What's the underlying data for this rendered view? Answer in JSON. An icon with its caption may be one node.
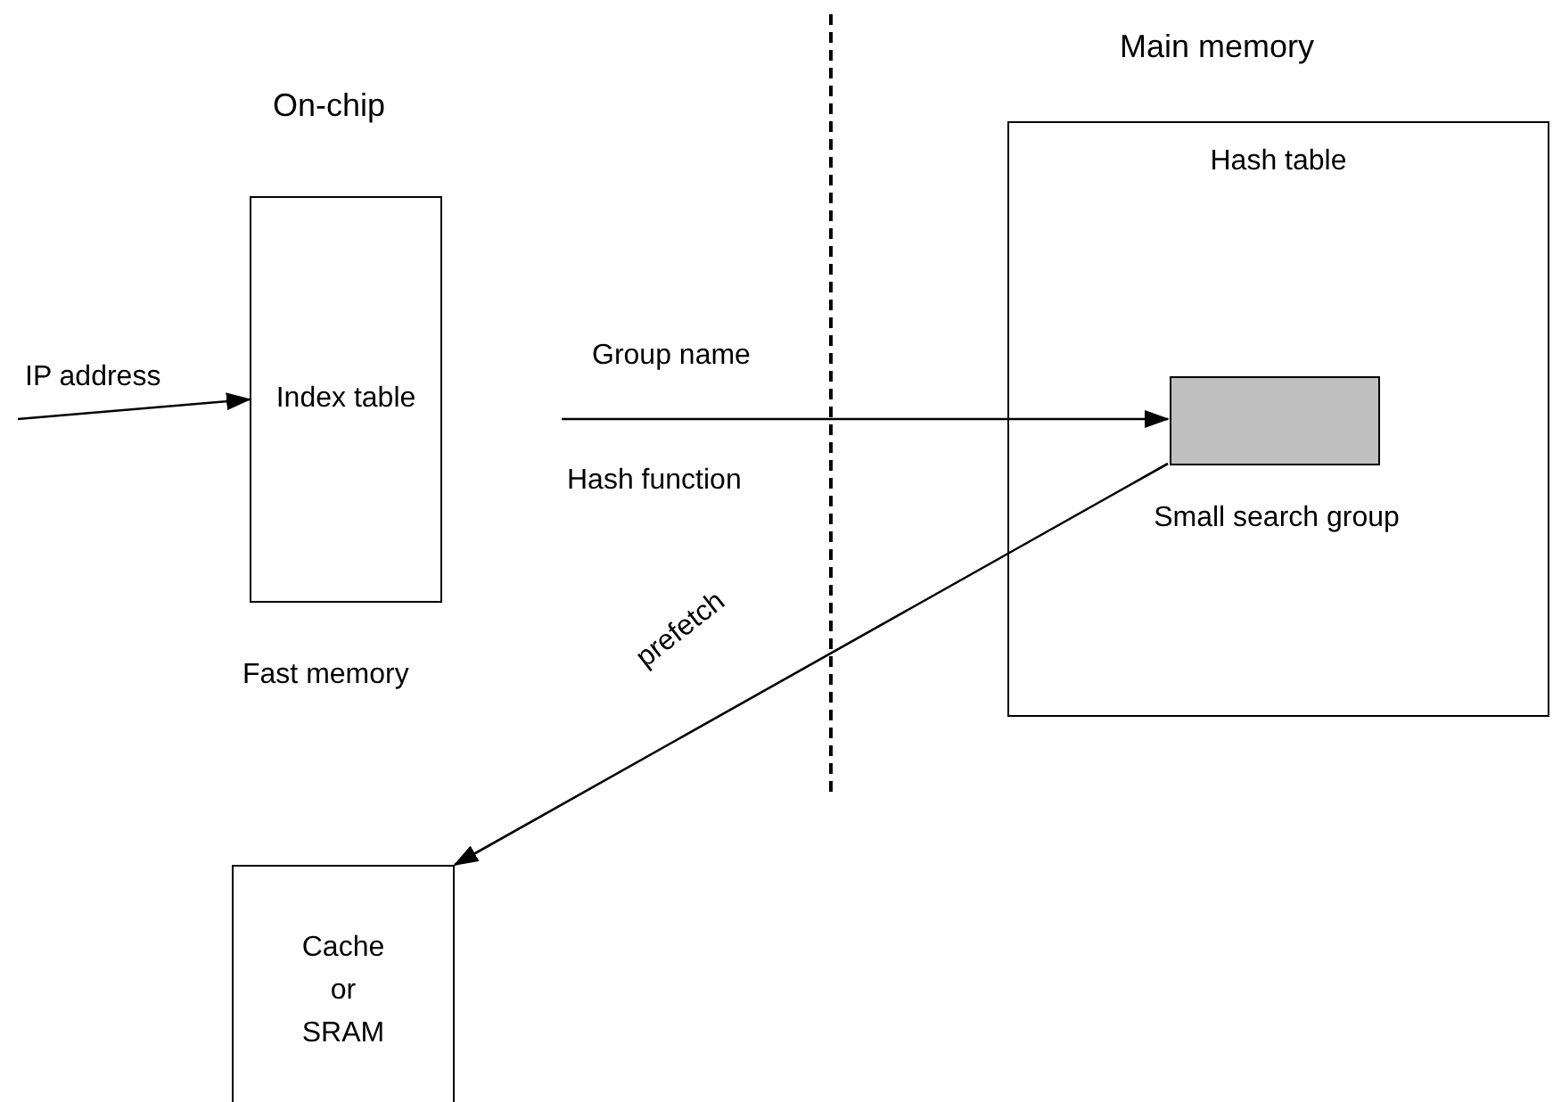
{
  "diagram": {
    "nodes": [
      {
        "text": [
          "Index table"
        ]
      },
      {
        "text": [
          "Hash table"
        ]
      },
      {
        "text": [
          "Small search group"
        ],
        "in": 1
      },
      {
        "text": [
          "Fast memory",
          "Cache or SRAM"
        ]
      }
    ],
    "edges": [
      {
        "from": null,
        "to": 0,
        "arrow": "to",
        "label": "IP address"
      },
      {
        "from": null,
        "to": 2,
        "arrow": "to",
        "label": "Group name"
      },
      {
        "from": 2,
        "to": 3,
        "arrow": "to",
        "label": "prefetch"
      }
    ],
    "labels": [
      "On-chip",
      "Main memory",
      "Hash function"
    ]
  }
}
